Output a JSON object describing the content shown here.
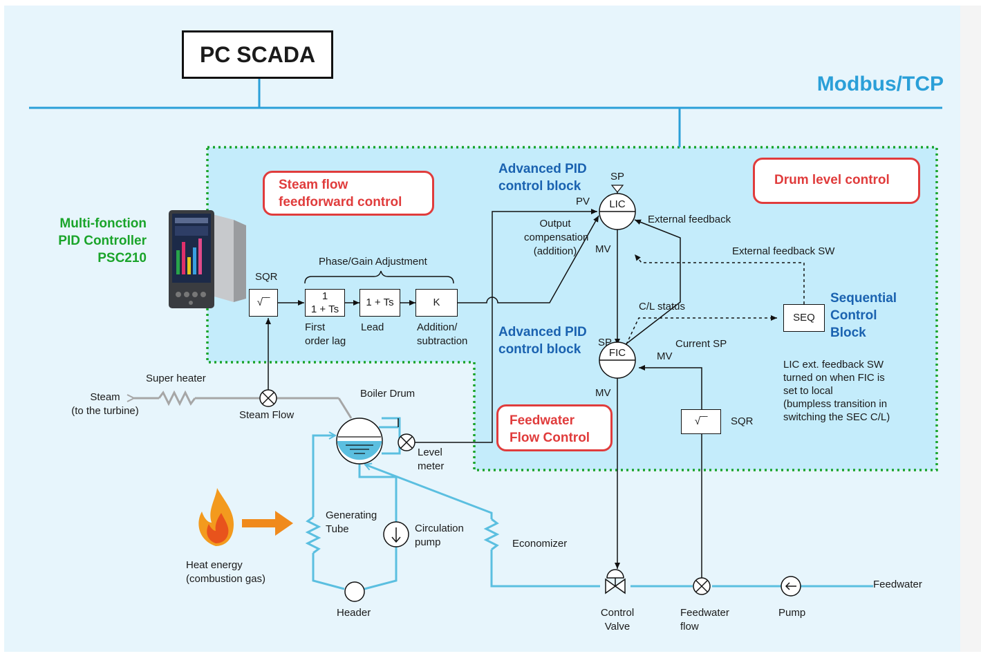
{
  "header": {
    "scada_label": "PC SCADA",
    "network_label": "Modbus/TCP"
  },
  "controller": {
    "line1": "Multi-fonction",
    "line2": "PID Controller",
    "line3": "PSC210"
  },
  "zones": {
    "steam_ff": [
      "Steam flow",
      "feedforward control"
    ],
    "drum_level": "Drum level control",
    "feedwater_flow": [
      "Feedwater",
      "Flow Control"
    ]
  },
  "blocks": {
    "adv_pid_top": [
      "Advanced PID",
      "control block"
    ],
    "adv_pid_bottom": [
      "Advanced PID",
      "control block"
    ],
    "seq_heading": [
      "Sequential",
      "Control",
      "Block"
    ],
    "sqr_top_label": "SQR",
    "sqr_symbol": "√‾‾",
    "lag_num": "1",
    "lag_den": "1 + Ts",
    "lead": "1 + Ts",
    "k": "K",
    "phase_gain": "Phase/Gain Adjustment",
    "lag_caption": [
      "First",
      "order lag"
    ],
    "lead_caption": "Lead",
    "k_caption": [
      "Addition/",
      "subtraction"
    ],
    "lic": "LIC",
    "fic": "FIC",
    "seq": "SEQ",
    "sqr_bottom_label": "SQR"
  },
  "signals": {
    "sp_top": "SP",
    "pv": "PV",
    "mv_lic": "MV",
    "output_comp": [
      "Output",
      "compensation",
      "(addition)"
    ],
    "ext_feedback": "External feedback",
    "ext_feedback_sw": "External feedback SW",
    "cl_status": "C/L status",
    "sp_fic": "SP",
    "current_sp": "Current SP",
    "mv_fic_right": "MV",
    "mv_fic_bottom": "MV",
    "seq_note": [
      "LIC ext. feedback SW",
      "turned on when FIC is",
      "set to local",
      "(bumpless transition in",
      "switching the SEC C/L)"
    ]
  },
  "process": {
    "super_heater": "Super heater",
    "steam": [
      "Steam",
      "(to the turbine)"
    ],
    "steam_flow": "Steam Flow",
    "boiler_drum": "Boiler Drum",
    "level_meter": [
      "Level",
      "meter"
    ],
    "generating_tube": [
      "Generating",
      "Tube"
    ],
    "circulation_pump": [
      "Circulation",
      "pump"
    ],
    "economizer": "Economizer",
    "heat_energy": [
      "Heat energy",
      "(combustion gas)"
    ],
    "header": "Header",
    "control_valve": [
      "Control",
      "Valve"
    ],
    "feedwater_flow": [
      "Feedwater",
      "flow"
    ],
    "pump": "Pump",
    "feedwater": "Feedwater"
  },
  "colors": {
    "network": "#2a9fd8",
    "zone_fill": "#c4ecfb",
    "zone_border": "#1aa42a",
    "red": "#e03c3c",
    "water_pipe": "#5bbfe0",
    "steam_pipe": "#a6a6a6",
    "heat_arrow": "#f08a1c"
  },
  "icons": {
    "flame": "flame-icon",
    "device": "controller-device-icon"
  }
}
